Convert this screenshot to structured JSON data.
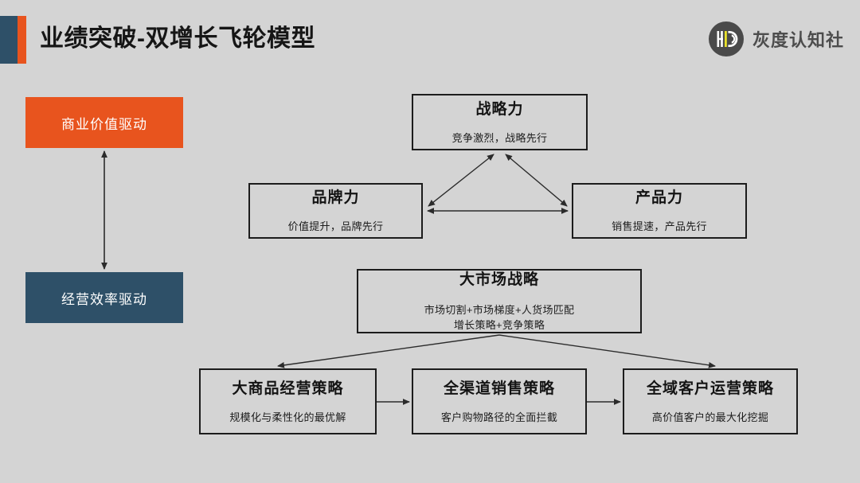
{
  "header": {
    "title": "业绩突破-双增长飞轮模型",
    "brand_name": "灰度认知社",
    "logo_icon": "hd-circle-logo-icon",
    "accent_navy": "#2e5068",
    "accent_orange": "#e8541e"
  },
  "drivers": [
    {
      "label": "商业价值驱动",
      "color": "#e8541e"
    },
    {
      "label": "经营效率驱动",
      "color": "#2e5068"
    }
  ],
  "driver_link": {
    "icon": "double-headed-vertical-arrow-icon"
  },
  "flywheel": {
    "strategy": {
      "title": "战略力",
      "subtitle": "竞争激烈，战略先行"
    },
    "brand": {
      "title": "品牌力",
      "subtitle": "价值提升，品牌先行"
    },
    "product": {
      "title": "产品力",
      "subtitle": "销售提速，产品先行"
    }
  },
  "market": {
    "title": "大市场战略",
    "subtitle": "市场切割+市场梯度+人货场匹配\n增长策略+竞争策略"
  },
  "tactics": [
    {
      "title": "大商品经营策略",
      "subtitle": "规模化与柔性化的最优解"
    },
    {
      "title": "全渠道销售策略",
      "subtitle": "客户购物路径的全面拦截"
    },
    {
      "title": "全域客户运营策略",
      "subtitle": "高价值客户的最大化挖掘"
    }
  ],
  "colors": {
    "background": "#d4d4d4",
    "box_border": "#1c1c1c",
    "connector": "#2b2b2b",
    "logo_circle": "#4a4a4a",
    "logo_accent": "#e8e02a"
  }
}
